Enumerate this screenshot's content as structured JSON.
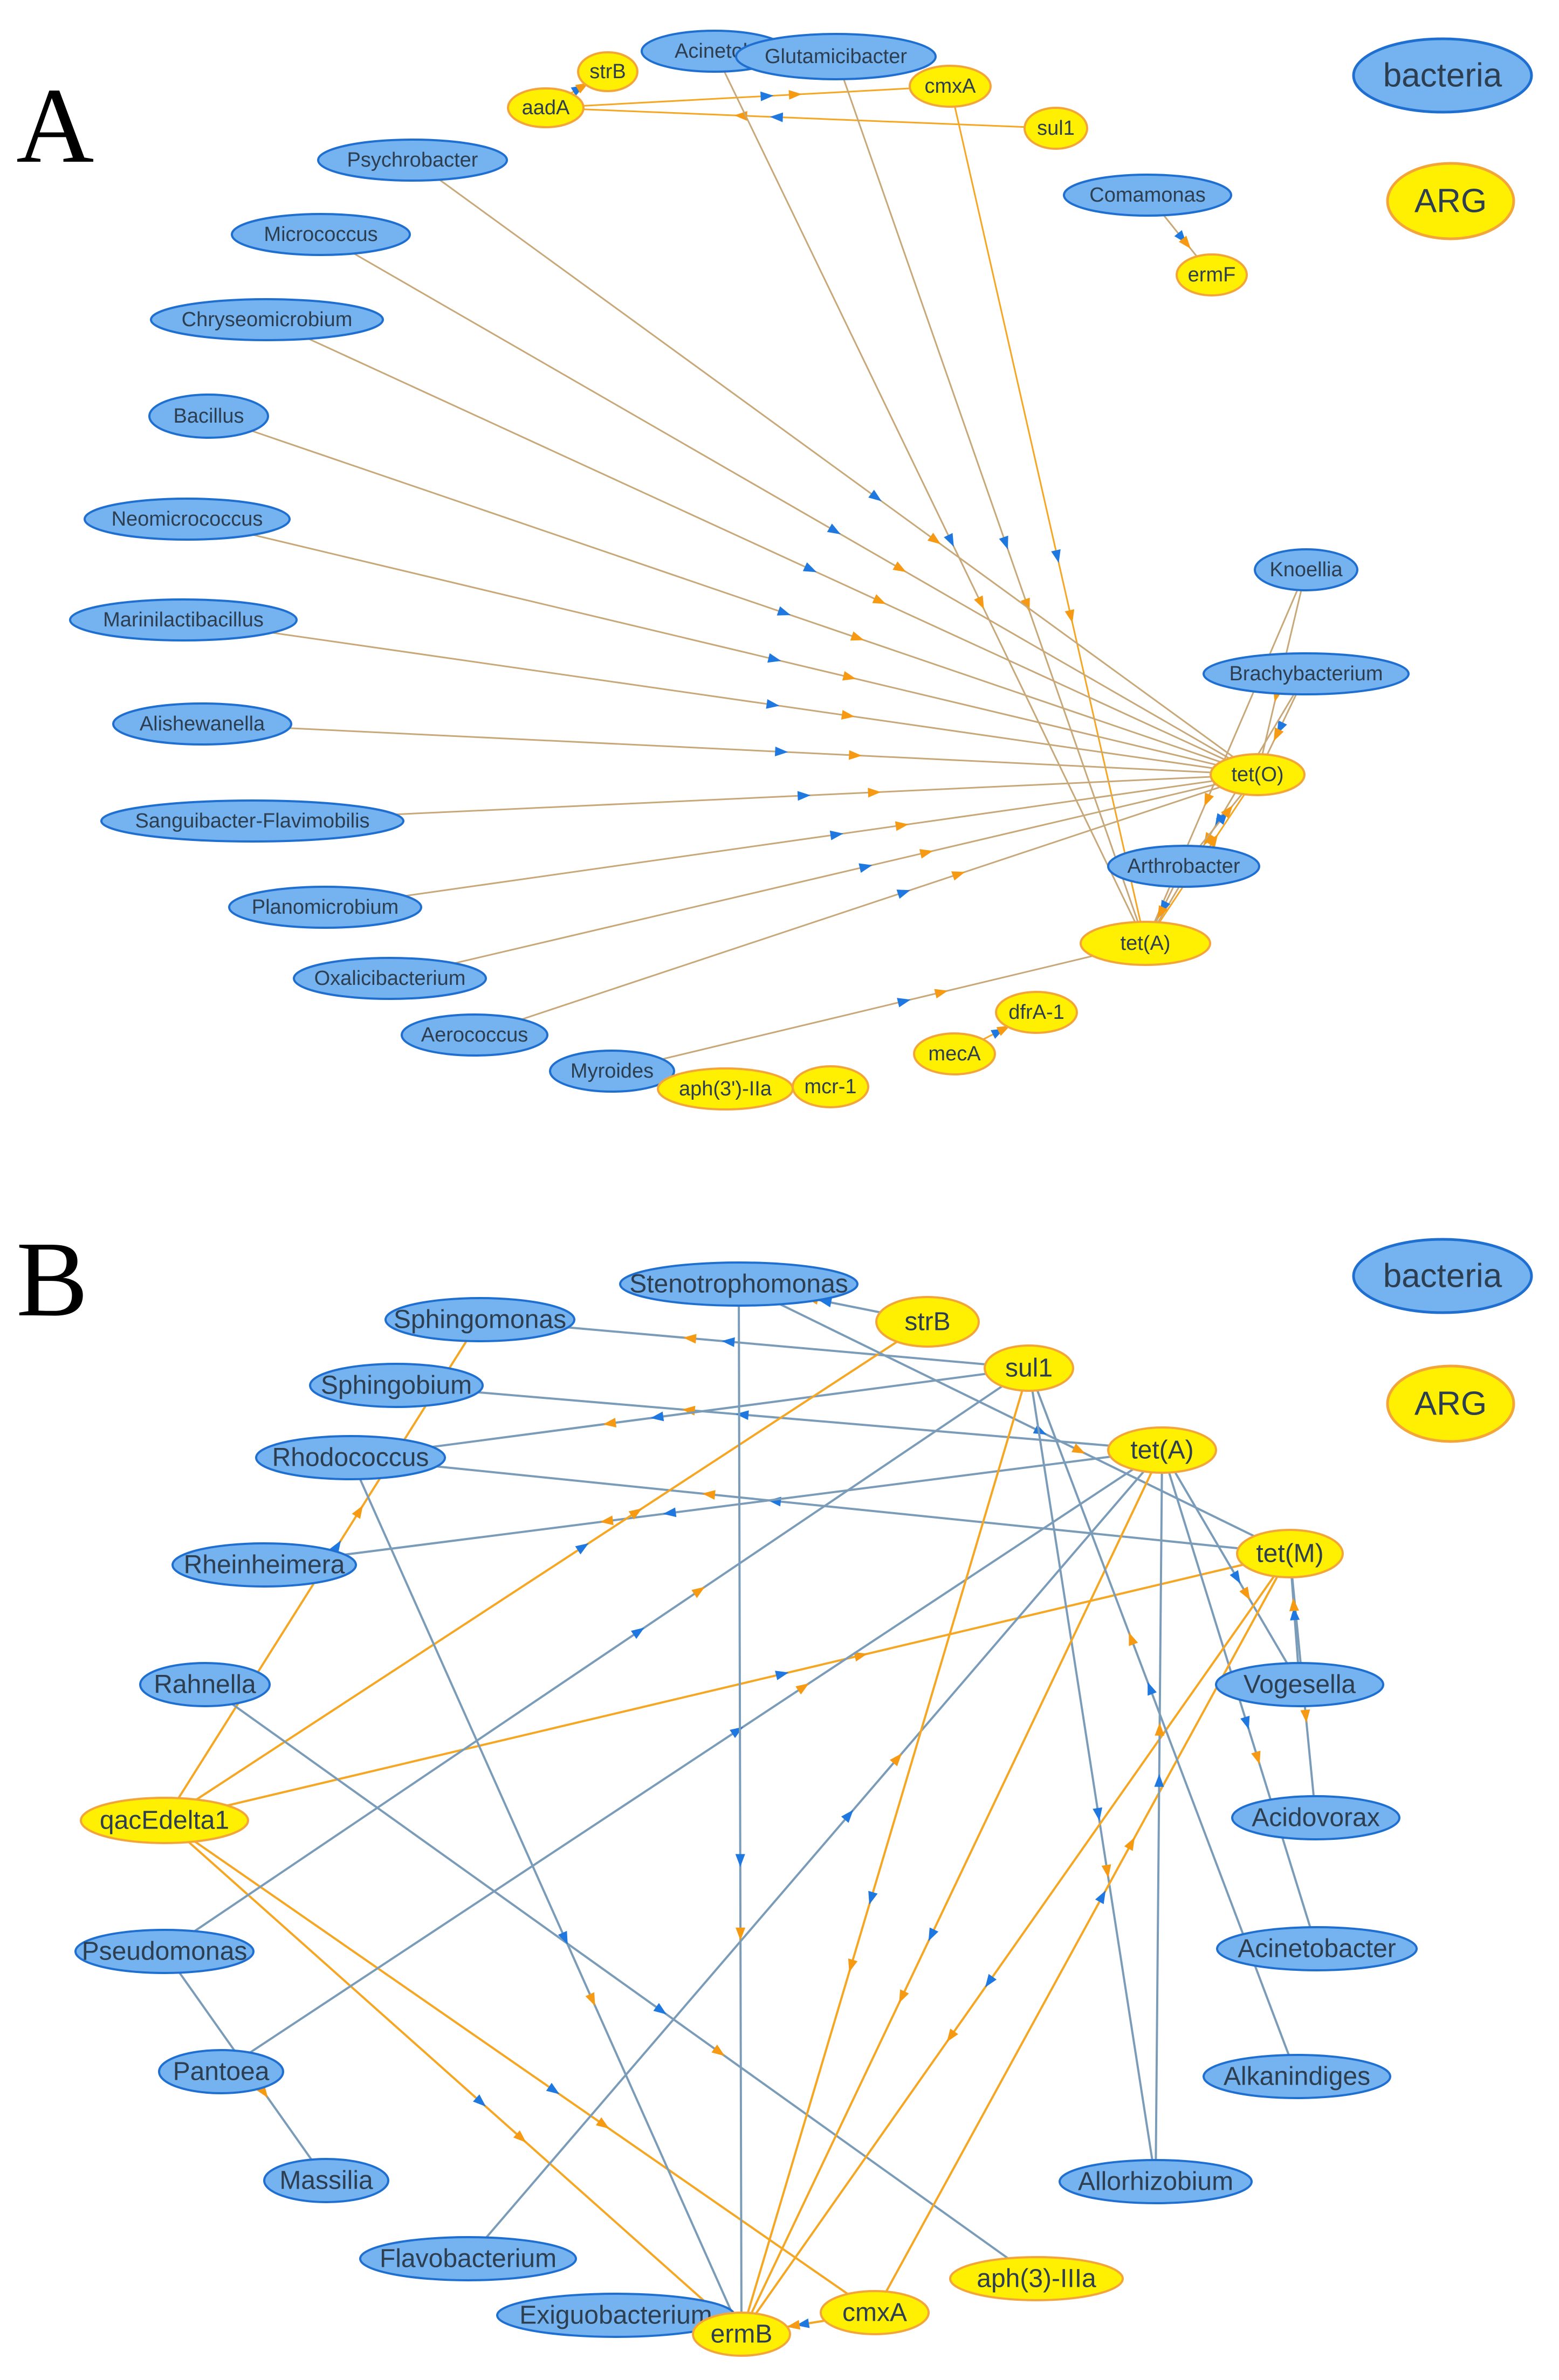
{
  "colors": {
    "bacteria_fill": "#74b3ef",
    "bacteria_stroke": "#1f6fd1",
    "arg_fill": "#ffef00",
    "arg_stroke": "#f3a53a",
    "edge_bacteria_arg": "#c8a878",
    "edge_arg_arg": "#f5a623",
    "edge_blue": "#7a9cb8",
    "arrow_blue": "#1f78e0",
    "arrow_orange": "#f59a12"
  },
  "legend": {
    "bacteria": "bacteria",
    "arg": "ARG"
  },
  "panels": [
    {
      "id": "A",
      "label": "A",
      "nodes": [
        {
          "id": "strB",
          "label": "strB",
          "type": "arg"
        },
        {
          "id": "Acinetobacter",
          "label": "Acinetob",
          "type": "bacteria"
        },
        {
          "id": "Glutamicibacter",
          "label": "Glutamicibacter",
          "type": "bacteria"
        },
        {
          "id": "aadA",
          "label": "aadA",
          "type": "arg"
        },
        {
          "id": "cmxA",
          "label": "cmxA",
          "type": "arg"
        },
        {
          "id": "sul1",
          "label": "sul1",
          "type": "arg"
        },
        {
          "id": "Psychrobacter",
          "label": "Psychrobacter",
          "type": "bacteria"
        },
        {
          "id": "Comamonas",
          "label": "Comamonas",
          "type": "bacteria"
        },
        {
          "id": "ermF",
          "label": "ermF",
          "type": "arg"
        },
        {
          "id": "Micrococcus",
          "label": "Micrococcus",
          "type": "bacteria"
        },
        {
          "id": "Chryseomicrobium",
          "label": "Chryseomicrobium",
          "type": "bacteria"
        },
        {
          "id": "Bacillus",
          "label": "Bacillus",
          "type": "bacteria"
        },
        {
          "id": "Neomicrococcus",
          "label": "Neomicrococcus",
          "type": "bacteria"
        },
        {
          "id": "Marinilactibacillus",
          "label": "Marinilactibacillus",
          "type": "bacteria"
        },
        {
          "id": "Alishewanella",
          "label": "Alishewanella",
          "type": "bacteria"
        },
        {
          "id": "Sanguibacter",
          "label": "Sanguibacter-Flavimobilis",
          "type": "bacteria"
        },
        {
          "id": "Planomicrobium",
          "label": "Planomicrobium",
          "type": "bacteria"
        },
        {
          "id": "Oxalicibacterium",
          "label": "Oxalicibacterium",
          "type": "bacteria"
        },
        {
          "id": "Aerococcus",
          "label": "Aerococcus",
          "type": "bacteria"
        },
        {
          "id": "Myroides",
          "label": "Myroides",
          "type": "bacteria"
        },
        {
          "id": "aph3IIa",
          "label": "aph(3')-IIa",
          "type": "arg"
        },
        {
          "id": "mcr1",
          "label": "mcr-1",
          "type": "arg"
        },
        {
          "id": "mecA",
          "label": "mecA",
          "type": "arg"
        },
        {
          "id": "dfrA1",
          "label": "dfrA-1",
          "type": "arg"
        },
        {
          "id": "Knoellia",
          "label": "Knoellia",
          "type": "bacteria"
        },
        {
          "id": "Brachybacterium",
          "label": "Brachybacterium",
          "type": "bacteria"
        },
        {
          "id": "tetO",
          "label": "tet(O)",
          "type": "arg"
        },
        {
          "id": "Arthrobacter",
          "label": "Arthrobacter",
          "type": "bacteria"
        },
        {
          "id": "tetA",
          "label": "tet(A)",
          "type": "arg"
        }
      ],
      "edges": [
        [
          "aadA",
          "strB"
        ],
        [
          "aadA",
          "cmxA"
        ],
        [
          "sul1",
          "aadA"
        ],
        [
          "Comamonas",
          "ermF"
        ],
        [
          "Acinetobacter",
          "tetA"
        ],
        [
          "Glutamicibacter",
          "tetA"
        ],
        [
          "cmxA",
          "tetA"
        ],
        [
          "Psychrobacter",
          "tetO"
        ],
        [
          "Micrococcus",
          "tetO"
        ],
        [
          "Chryseomicrobium",
          "tetO"
        ],
        [
          "Bacillus",
          "tetO"
        ],
        [
          "Neomicrococcus",
          "tetO"
        ],
        [
          "Marinilactibacillus",
          "tetO"
        ],
        [
          "Alishewanella",
          "tetO"
        ],
        [
          "Sanguibacter",
          "tetO"
        ],
        [
          "Planomicrobium",
          "tetO"
        ],
        [
          "Oxalicibacterium",
          "tetO"
        ],
        [
          "Aerococcus",
          "tetO"
        ],
        [
          "Myroides",
          "tetA"
        ],
        [
          "mecA",
          "dfrA1"
        ],
        [
          "Knoellia",
          "tetO"
        ],
        [
          "Knoellia",
          "tetA"
        ],
        [
          "Brachybacterium",
          "tetO"
        ],
        [
          "Brachybacterium",
          "tetA"
        ],
        [
          "Arthrobacter",
          "tetO"
        ],
        [
          "Arthrobacter",
          "tetA"
        ],
        [
          "tetA",
          "tetO"
        ]
      ]
    },
    {
      "id": "B",
      "label": "B",
      "nodes": [
        {
          "id": "Stenotrophomonas",
          "label": "Stenotrophomonas",
          "type": "bacteria"
        },
        {
          "id": "strB",
          "label": "strB",
          "type": "arg"
        },
        {
          "id": "Sphingomonas",
          "label": "Sphingomonas",
          "type": "bacteria"
        },
        {
          "id": "sul1",
          "label": "sul1",
          "type": "arg"
        },
        {
          "id": "Sphingobium",
          "label": "Sphingobium",
          "type": "bacteria"
        },
        {
          "id": "tetA",
          "label": "tet(A)",
          "type": "arg"
        },
        {
          "id": "Rhodococcus",
          "label": "Rhodococcus",
          "type": "bacteria"
        },
        {
          "id": "tetM",
          "label": "tet(M)",
          "type": "arg"
        },
        {
          "id": "Rheinheimera",
          "label": "Rheinheimera",
          "type": "bacteria"
        },
        {
          "id": "Rahnella",
          "label": "Rahnella",
          "type": "bacteria"
        },
        {
          "id": "Vogesella",
          "label": "Vogesella",
          "type": "bacteria"
        },
        {
          "id": "qacEdelta1",
          "label": "qacEdelta1",
          "type": "arg"
        },
        {
          "id": "Acidovorax",
          "label": "Acidovorax",
          "type": "bacteria"
        },
        {
          "id": "Pseudomonas",
          "label": "Pseudomonas",
          "type": "bacteria"
        },
        {
          "id": "Acinetobacter",
          "label": "Acinetobacter",
          "type": "bacteria"
        },
        {
          "id": "Pantoea",
          "label": "Pantoea",
          "type": "bacteria"
        },
        {
          "id": "Alkanindiges",
          "label": "Alkanindiges",
          "type": "bacteria"
        },
        {
          "id": "Massilia",
          "label": "Massilia",
          "type": "bacteria"
        },
        {
          "id": "Allorhizobium",
          "label": "Allorhizobium",
          "type": "bacteria"
        },
        {
          "id": "Flavobacterium",
          "label": "Flavobacterium",
          "type": "bacteria"
        },
        {
          "id": "aph3IIIa",
          "label": "aph(3)-IIIa",
          "type": "arg"
        },
        {
          "id": "Exiguobacterium",
          "label": "Exiguobacterium",
          "type": "bacteria"
        },
        {
          "id": "ermB",
          "label": "ermB",
          "type": "arg"
        },
        {
          "id": "cmxA",
          "label": "cmxA",
          "type": "arg"
        }
      ],
      "edges": [
        [
          "strB",
          "Stenotrophomonas"
        ],
        [
          "sul1",
          "Sphingomonas"
        ],
        [
          "tetA",
          "Sphingobium"
        ],
        [
          "sul1",
          "Rhodococcus"
        ],
        [
          "tetM",
          "Rhodococcus"
        ],
        [
          "tetA",
          "Rheinheimera"
        ],
        [
          "qacEdelta1",
          "strB"
        ],
        [
          "qacEdelta1",
          "tetM"
        ],
        [
          "qacEdelta1",
          "Sphingomonas"
        ],
        [
          "qacEdelta1",
          "ermB"
        ],
        [
          "qacEdelta1",
          "cmxA"
        ],
        [
          "Pseudomonas",
          "sul1"
        ],
        [
          "Pseudomonas",
          "Massilia"
        ],
        [
          "Pantoea",
          "tetA"
        ],
        [
          "Flavobacterium",
          "tetA"
        ],
        [
          "Rahnella",
          "aph3IIIa"
        ],
        [
          "Rhodococcus",
          "ermB"
        ],
        [
          "Stenotrophomonas",
          "ermB"
        ],
        [
          "Stenotrophomonas",
          "tetM"
        ],
        [
          "sul1",
          "ermB"
        ],
        [
          "sul1",
          "Allorhizobium"
        ],
        [
          "tetA",
          "ermB"
        ],
        [
          "tetA",
          "Acinetobacter"
        ],
        [
          "tetA",
          "Vogesella"
        ],
        [
          "tetM",
          "Acidovorax"
        ],
        [
          "tetM",
          "ermB"
        ],
        [
          "cmxA",
          "tetM"
        ],
        [
          "cmxA",
          "ermB"
        ],
        [
          "Allorhizobium",
          "tetA"
        ],
        [
          "Alkanindiges",
          "sul1"
        ],
        [
          "Vogesella",
          "tetM"
        ]
      ]
    }
  ]
}
